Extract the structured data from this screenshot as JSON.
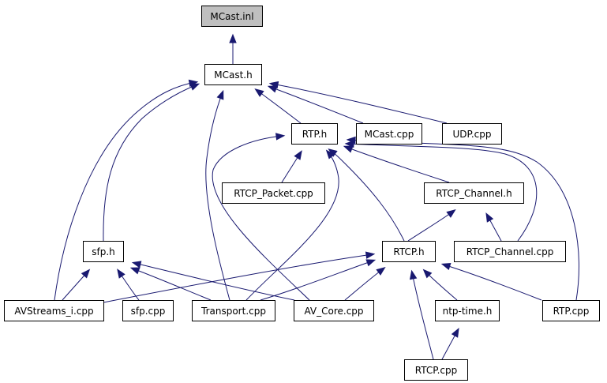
{
  "diagram": {
    "type": "include-dependency-graph",
    "colors": {
      "edge": "#191970",
      "root_fill": "#bfbfbf",
      "node_fill": "#ffffff",
      "border": "#000000"
    },
    "nodes": [
      {
        "id": "mcast_inl",
        "label": "MCast.inl",
        "root": true
      },
      {
        "id": "mcast_h",
        "label": "MCast.h"
      },
      {
        "id": "rtp_h",
        "label": "RTP.h"
      },
      {
        "id": "mcast_cpp",
        "label": "MCast.cpp"
      },
      {
        "id": "udp_cpp",
        "label": "UDP.cpp"
      },
      {
        "id": "rtcp_packet_cpp",
        "label": "RTCP_Packet.cpp"
      },
      {
        "id": "rtcp_channel_h",
        "label": "RTCP_Channel.h"
      },
      {
        "id": "sfp_h",
        "label": "sfp.h"
      },
      {
        "id": "rtcp_h",
        "label": "RTCP.h"
      },
      {
        "id": "rtcp_channel_cpp",
        "label": "RTCP_Channel.cpp"
      },
      {
        "id": "avstreams_i_cpp",
        "label": "AVStreams_i.cpp"
      },
      {
        "id": "sfp_cpp",
        "label": "sfp.cpp"
      },
      {
        "id": "transport_cpp",
        "label": "Transport.cpp"
      },
      {
        "id": "av_core_cpp",
        "label": "AV_Core.cpp"
      },
      {
        "id": "ntp_time_h",
        "label": "ntp-time.h"
      },
      {
        "id": "rtp_cpp",
        "label": "RTP.cpp"
      },
      {
        "id": "rtcp_cpp",
        "label": "RTCP.cpp"
      }
    ],
    "edges": [
      {
        "from": "mcast_h",
        "to": "mcast_inl"
      },
      {
        "from": "rtp_h",
        "to": "mcast_h"
      },
      {
        "from": "mcast_cpp",
        "to": "mcast_h"
      },
      {
        "from": "udp_cpp",
        "to": "mcast_h"
      },
      {
        "from": "sfp_h",
        "to": "mcast_h"
      },
      {
        "from": "avstreams_i_cpp",
        "to": "mcast_h"
      },
      {
        "from": "transport_cpp",
        "to": "mcast_h"
      },
      {
        "from": "rtcp_packet_cpp",
        "to": "rtp_h"
      },
      {
        "from": "rtcp_channel_h",
        "to": "rtp_h"
      },
      {
        "from": "rtcp_h",
        "to": "rtp_h"
      },
      {
        "from": "rtcp_channel_cpp",
        "to": "rtp_h"
      },
      {
        "from": "rtp_cpp",
        "to": "rtp_h"
      },
      {
        "from": "transport_cpp",
        "to": "rtp_h"
      },
      {
        "from": "av_core_cpp",
        "to": "rtp_h"
      },
      {
        "from": "rtcp_h",
        "to": "rtcp_channel_h"
      },
      {
        "from": "rtcp_channel_cpp",
        "to": "rtcp_channel_h"
      },
      {
        "from": "avstreams_i_cpp",
        "to": "sfp_h"
      },
      {
        "from": "sfp_cpp",
        "to": "sfp_h"
      },
      {
        "from": "transport_cpp",
        "to": "sfp_h"
      },
      {
        "from": "av_core_cpp",
        "to": "sfp_h"
      },
      {
        "from": "avstreams_i_cpp",
        "to": "rtcp_h"
      },
      {
        "from": "transport_cpp",
        "to": "rtcp_h"
      },
      {
        "from": "av_core_cpp",
        "to": "rtcp_h"
      },
      {
        "from": "ntp_time_h",
        "to": "rtcp_h"
      },
      {
        "from": "rtcp_cpp",
        "to": "rtcp_h"
      },
      {
        "from": "rtp_cpp",
        "to": "rtcp_h"
      },
      {
        "from": "rtcp_cpp",
        "to": "ntp_time_h"
      }
    ]
  }
}
